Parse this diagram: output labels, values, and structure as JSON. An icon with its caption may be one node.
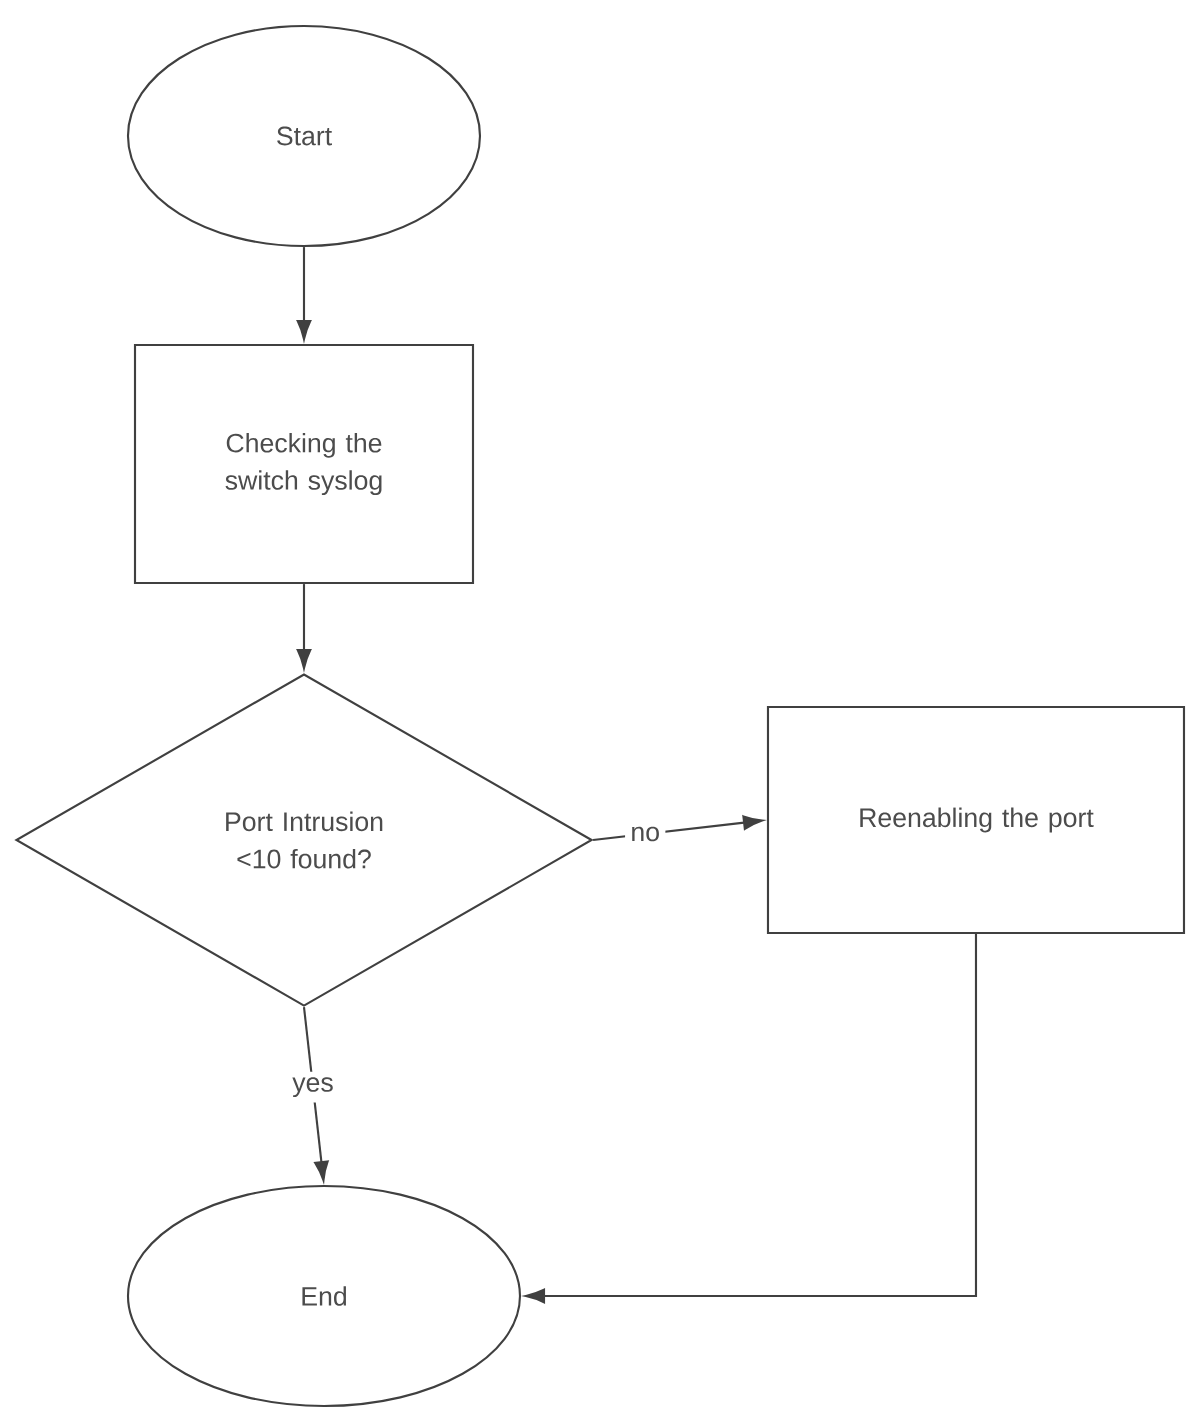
{
  "diagram": {
    "nodes": [
      {
        "text": [
          "Start"
        ]
      },
      {
        "text": [
          "Checking the switch syslog"
        ]
      },
      {
        "text": [
          "Port Intrusion <10 found?"
        ]
      },
      {
        "text": [
          "Reenabling the port"
        ]
      },
      {
        "text": [
          "End"
        ]
      }
    ],
    "edges": [
      {
        "from": 0,
        "to": 1,
        "arrow": "to"
      },
      {
        "from": 1,
        "to": 2,
        "arrow": "to"
      },
      {
        "from": 2,
        "to": 3,
        "arrow": "to",
        "label": "no"
      },
      {
        "from": 2,
        "to": 4,
        "arrow": "to",
        "label": "yes"
      },
      {
        "from": 3,
        "to": 4,
        "arrow": "to"
      }
    ]
  }
}
